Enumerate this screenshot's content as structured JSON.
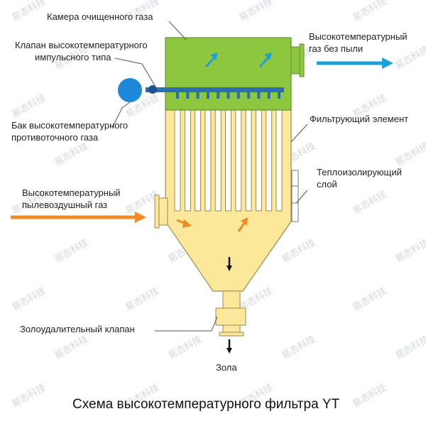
{
  "labels": {
    "clean_gas_chamber": "Камера очищенного газа",
    "pulse_valve_line1": "Клапан высокотемпературного",
    "pulse_valve_line2": "импульсного типа",
    "tank_line1": "Бак высокотемпературного",
    "tank_line2": "противоточного газа",
    "dusty_gas_line1": "Высокотемпературный",
    "dusty_gas_line2": "пылевоздушный газ",
    "outlet_line1": "Высокотемпературный",
    "outlet_line2": "газ без пыли",
    "filter_element": "Фильтрующий элемент",
    "insulation_line1": "Теплоизолирующий",
    "insulation_line2": "слой",
    "ash_valve": "Золоудалительный клапан",
    "ash": "Зола"
  },
  "title": "Схема высокотемпературного фильтра YT",
  "watermark": "易态科技",
  "colors": {
    "clean_chamber": "#8dc63f",
    "body": "#fbe89a",
    "body_stroke": "#9a8a55",
    "blowpipe": "#2b6fb3",
    "tank": "#1e88d8",
    "clean_arrow": "#1ea0d9",
    "dirty_arrow": "#f08a24"
  },
  "filter_element_count": 11
}
